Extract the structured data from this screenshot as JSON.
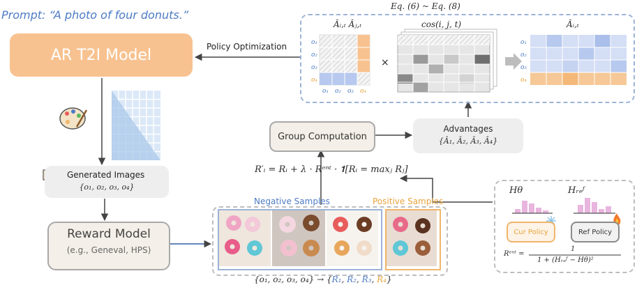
{
  "prompt": "Prompt: “A photo of four donuts.”",
  "ar_model": "AR T2I Model",
  "policy_optimization": "Policy Optimization",
  "generated": {
    "title": "Generated Images",
    "set": "{o₁, o₂, o₃, o₄}"
  },
  "reward": {
    "title": "Reward Model",
    "subtitle": "(e.g., Geneval, HPS)"
  },
  "group_computation": "Group Computation",
  "advantages": {
    "title": "Advantages",
    "set": "{Â₁, Â₂, Â₃, Â₄}"
  },
  "reward_formula": "R′ᵢ = Rᵢ + λ · Rᵉⁿᵗ · 𝟏[Rᵢ = maxⱼ Rⱼ]",
  "samples": {
    "negative_label": "Negative Samples",
    "positive_label": "Positive Samples",
    "mapping_left": "{o₁, o₂, o₃, o₄} → {",
    "mapping_r": [
      "R₁",
      "R₂",
      "R₃",
      "R₄"
    ],
    "mapping_close": "}"
  },
  "top_panel": {
    "equation": "Eq. (6) ~ Eq. (8)",
    "matrix1_title": "Âᵢ,ₜ Âⱼ,ₜ",
    "matrix2_title": "cos(i, j, t)",
    "matrix3_title": "Âᵢ,ₜ",
    "multiply": "×",
    "row_labels": [
      "o₁",
      "o₂",
      "o₃",
      "o₄"
    ],
    "col_labels": [
      "o₁",
      "o₂",
      "o₃",
      "o₄"
    ]
  },
  "entropy": {
    "h_theta": "Hθ",
    "h_ref": "Hᵣₑᶠ",
    "cur_policy": "Cur Policy",
    "ref_policy": "Ref Policy",
    "formula_lhs": "Rᵉⁿᵗ =",
    "formula_num": "1",
    "formula_den": "1 + (Hᵣₑᶠ − Hθ)²"
  },
  "colors": {
    "blue": "#4d7bc4",
    "orange": "#e8a33d",
    "ar_fill": "#f8c290",
    "dashed_blue": "#9db3d8"
  }
}
